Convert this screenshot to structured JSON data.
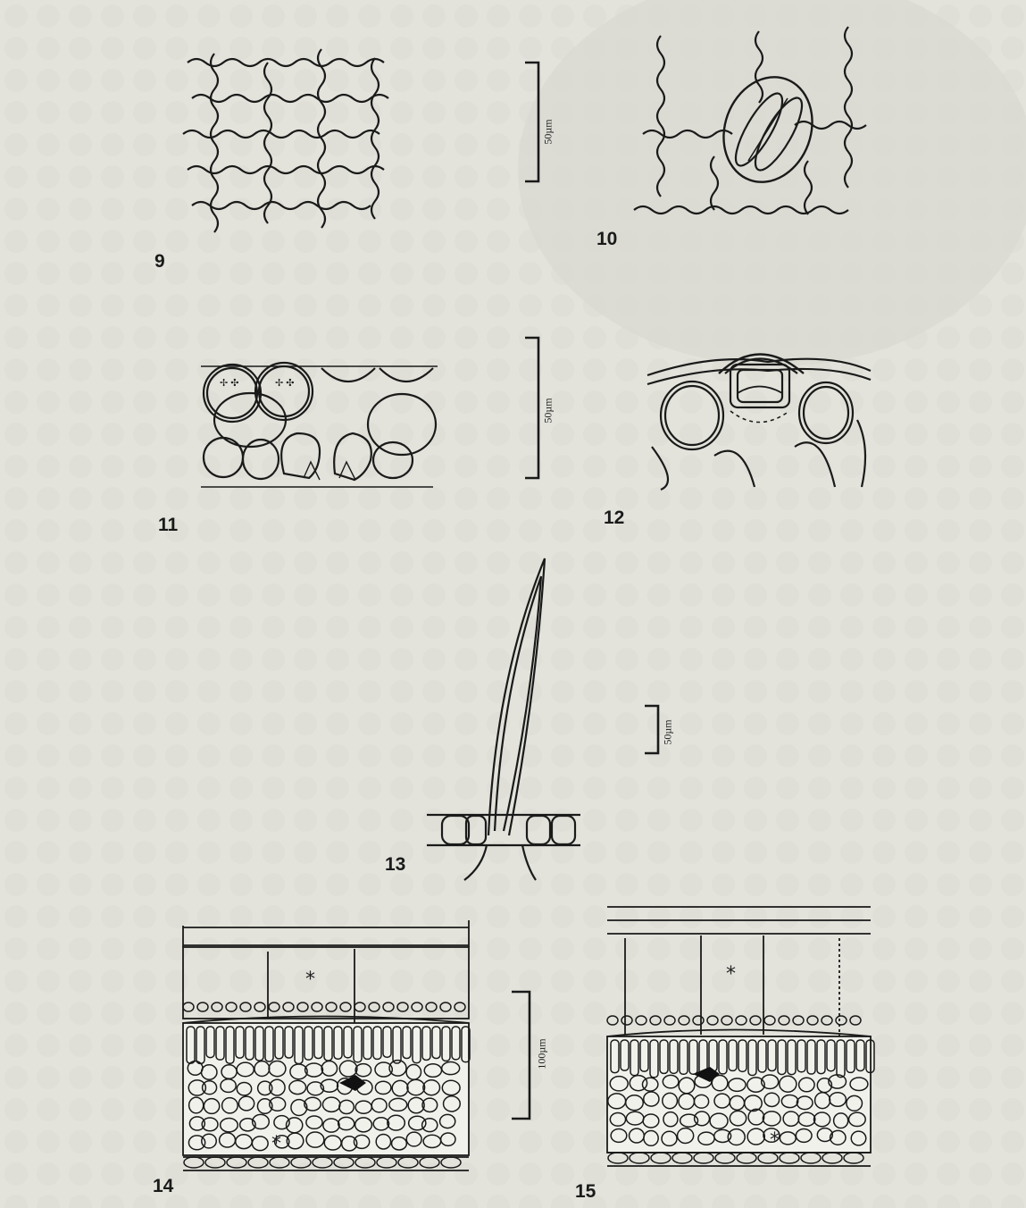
{
  "figures": [
    {
      "number": "9"
    },
    {
      "number": "10"
    },
    {
      "number": "11"
    },
    {
      "number": "12"
    },
    {
      "number": "13"
    },
    {
      "number": "14"
    },
    {
      "number": "15"
    }
  ],
  "scale_bars": [
    {
      "label": "50µm"
    },
    {
      "label": "50µm"
    },
    {
      "label": "50µm"
    },
    {
      "label": "100µm"
    }
  ],
  "markers": {
    "asterisk": "*"
  },
  "colors": {
    "background": "#e3e3dc",
    "ink": "#1a1a1a",
    "cell_fill": "#f1f1ec"
  }
}
